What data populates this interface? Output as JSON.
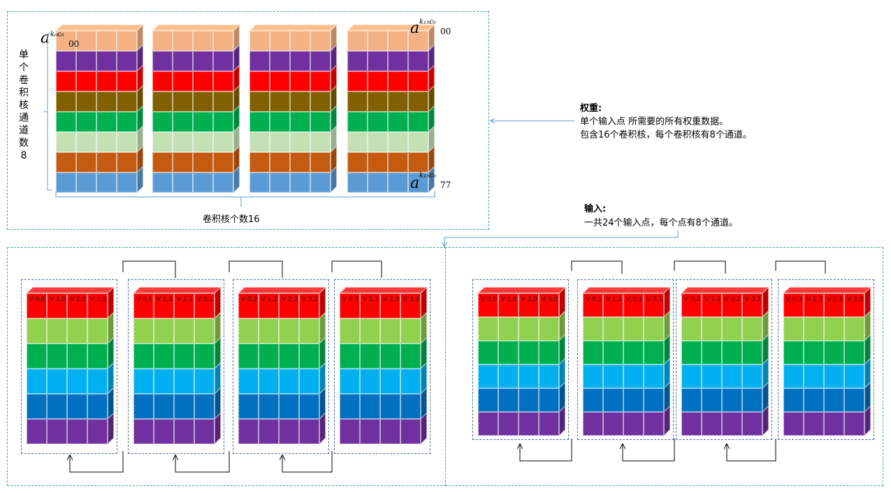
{
  "weights": {
    "label_vertical_chars": [
      "单",
      "个",
      "卷",
      "积",
      "核",
      "通",
      "道",
      "数",
      "8"
    ],
    "label_bottom": "卷积核个数16",
    "math_first": {
      "base": "a",
      "superscript": "k₀c₀",
      "subscript": "00"
    },
    "math_top_right": {
      "base": "a",
      "superscript": "k₁₅c₀",
      "subscript": "00"
    },
    "math_bottom_right": {
      "base": "a",
      "superscript": "k₁₅c₀",
      "subscript": "77"
    },
    "layer_colors": [
      "#f4b183",
      "#7030a0",
      "#ff0000",
      "#806000",
      "#00b050",
      "#c5e0b4",
      "#c55a11",
      "#5b9bd5"
    ]
  },
  "weights_note": {
    "title": "权重:",
    "line1": "单个输入点 所需要的所有权重数据。",
    "line2": "包含16个卷积核，每个卷积核有8个通道。"
  },
  "input_note": {
    "title": "输入:",
    "line1": "一共24个输入点，每个点有8个通道。"
  },
  "input": {
    "layer_colors": [
      "#ff0000",
      "#92d050",
      "#00b050",
      "#00b0f0",
      "#0070c0",
      "#7030a0"
    ],
    "left_groups": [
      [
        "V 0,0",
        "V 1,0",
        "V 2,0",
        "V 3,0"
      ],
      [
        "V 0,1",
        "V 1,1",
        "V 2,1",
        "V 3,1"
      ],
      [
        "V 0,2",
        "V 1,2",
        "V 2,2",
        "V 3,2"
      ],
      [
        "V 0,3",
        "V 1,3",
        "V 2,3",
        "V 3,3"
      ]
    ],
    "right_groups": [
      [
        "V 0,0",
        "V 1,0",
        "V 2,0",
        "V 3,0"
      ],
      [
        "V 0,1",
        "V 1,1",
        "V 2,1",
        "V 3,1"
      ],
      [
        "V 0,2",
        "V 1,2",
        "V 2,2",
        "V 3,2"
      ],
      [
        "V 0,3",
        "V 1,3",
        "V 2,3",
        "V 3,3"
      ]
    ]
  }
}
